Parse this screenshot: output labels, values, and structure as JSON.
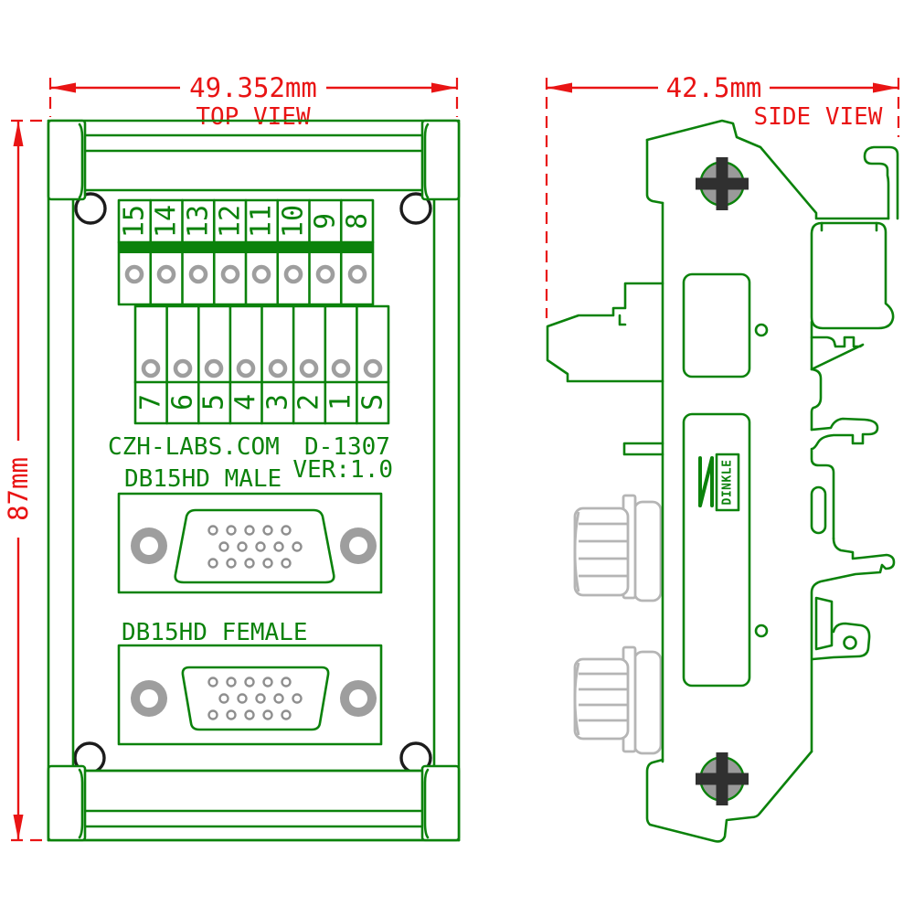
{
  "colors": {
    "green": "#0b820b",
    "red": "#e91414",
    "gray": "#9e9e9e",
    "light_gray": "#b5b5b5",
    "black": "#1c1c1c",
    "cross": "#303030"
  },
  "top_view": {
    "title": "TOP VIEW",
    "width_dim": "49.352mm",
    "height_dim": "87mm",
    "terminals_top": [
      "15",
      "14",
      "13",
      "12",
      "11",
      "10",
      "9",
      "8"
    ],
    "terminals_bottom": [
      "7",
      "6",
      "5",
      "4",
      "3",
      "2",
      "1",
      "S"
    ],
    "manufacturer": "CZH-LABS.COM",
    "model": "D-1307",
    "version": "VER:1.0",
    "male_label": "DB15HD MALE",
    "female_label": "DB15HD FEMALE"
  },
  "side_view": {
    "title": "SIDE VIEW",
    "width_dim": "42.5mm",
    "brand": "DINKLE"
  }
}
